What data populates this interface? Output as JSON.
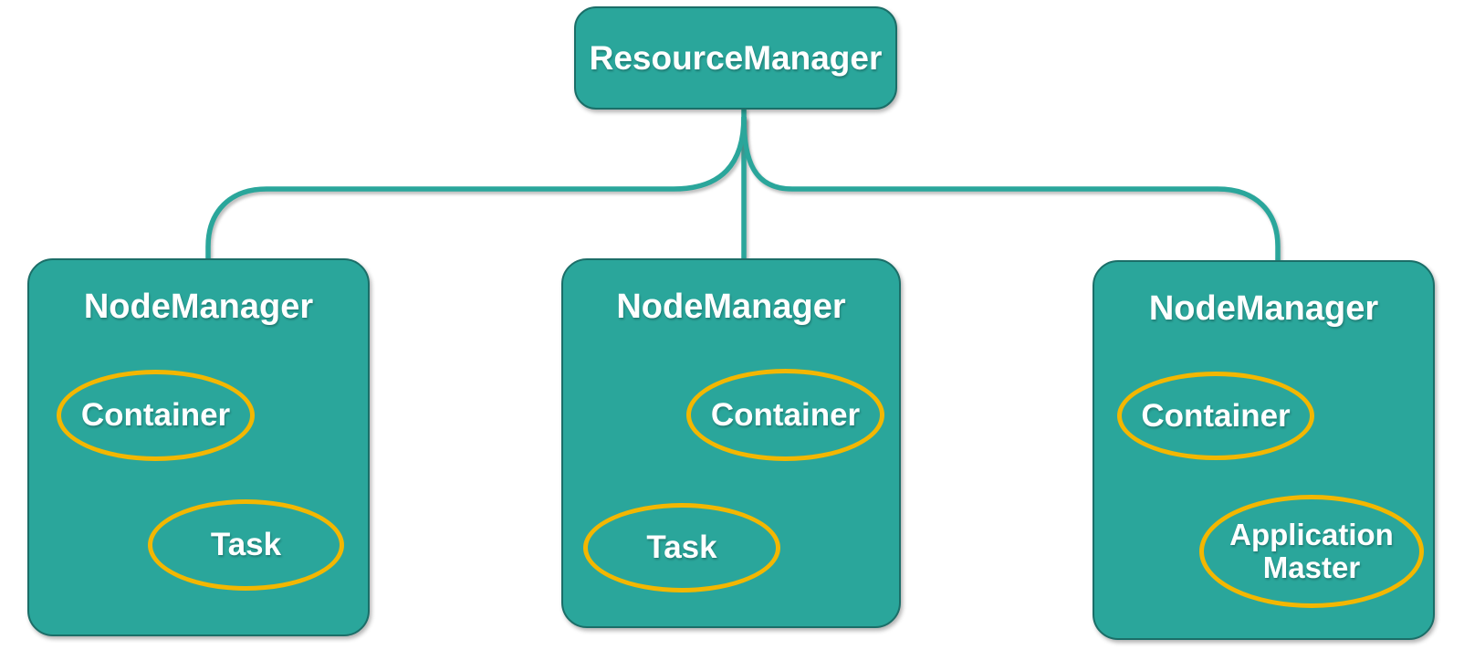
{
  "diagram": {
    "root": {
      "label": "ResourceManager"
    },
    "nodes": [
      {
        "label": "NodeManager",
        "children": [
          {
            "label": "Container",
            "shape": "ellipse"
          },
          {
            "label": "Task",
            "shape": "ellipse"
          }
        ]
      },
      {
        "label": "NodeManager",
        "children": [
          {
            "label": "Container",
            "shape": "ellipse"
          },
          {
            "label": "Task",
            "shape": "ellipse"
          }
        ]
      },
      {
        "label": "NodeManager",
        "children": [
          {
            "label": "Container",
            "shape": "ellipse"
          },
          {
            "label": "Application Master",
            "shape": "ellipse"
          }
        ]
      }
    ],
    "colors": {
      "node_fill": "#2AA69B",
      "node_border": "#1B6E68",
      "connector": "#2AA69B",
      "ellipse_stroke": "#F3B700",
      "text": "#FFFFFF"
    }
  }
}
